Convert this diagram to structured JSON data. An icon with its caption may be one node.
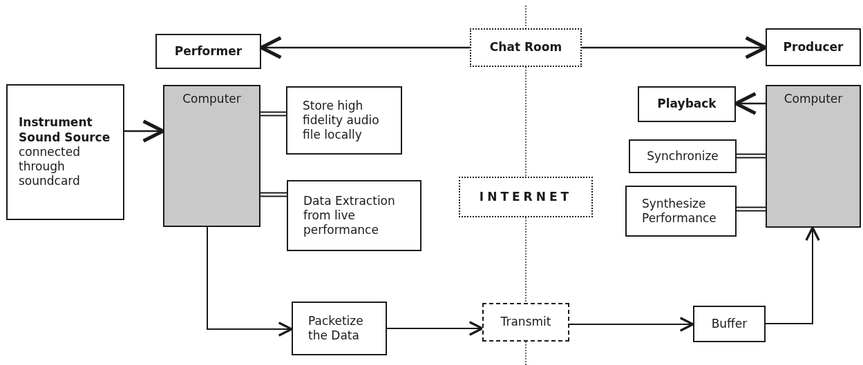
{
  "diagram": {
    "nodes": [
      {
        "text": [
          "Performer"
        ]
      },
      {
        "text": [
          "Chat Room"
        ]
      },
      {
        "text": [
          "Producer"
        ]
      },
      {
        "text": [
          "Instrument Sound Source",
          "connected through soundcard"
        ]
      },
      {
        "text": [
          "Computer"
        ]
      },
      {
        "text": [
          "Store high fidelity audio file locally"
        ]
      },
      {
        "text": [
          "Data Extraction from live performance"
        ]
      },
      {
        "text": [
          "INTERNET"
        ]
      },
      {
        "text": [
          "Playback"
        ]
      },
      {
        "text": [
          "Computer"
        ]
      },
      {
        "text": [
          "Synchronize"
        ]
      },
      {
        "text": [
          "Synthesize Performance"
        ]
      },
      {
        "text": [
          "Packetize the Data"
        ]
      },
      {
        "text": [
          "Transmit"
        ]
      },
      {
        "text": [
          "Buffer"
        ]
      }
    ],
    "edges": [
      {
        "from": 1,
        "to": 0,
        "arrow": "to"
      },
      {
        "from": 1,
        "to": 2,
        "arrow": "to"
      },
      {
        "from": 3,
        "to": 4,
        "arrow": "to"
      },
      {
        "from": 4,
        "to": 5,
        "arrow": "none"
      },
      {
        "from": 4,
        "to": 6,
        "arrow": "none"
      },
      {
        "from": 4,
        "to": 12,
        "arrow": "to"
      },
      {
        "from": 12,
        "to": 13,
        "arrow": "to"
      },
      {
        "from": 13,
        "to": 14,
        "arrow": "to"
      },
      {
        "from": 14,
        "to": 9,
        "arrow": "to"
      },
      {
        "from": 9,
        "to": 8,
        "arrow": "to"
      },
      {
        "from": 10,
        "to": 9,
        "arrow": "none"
      },
      {
        "from": 11,
        "to": 9,
        "arrow": "none"
      }
    ]
  }
}
